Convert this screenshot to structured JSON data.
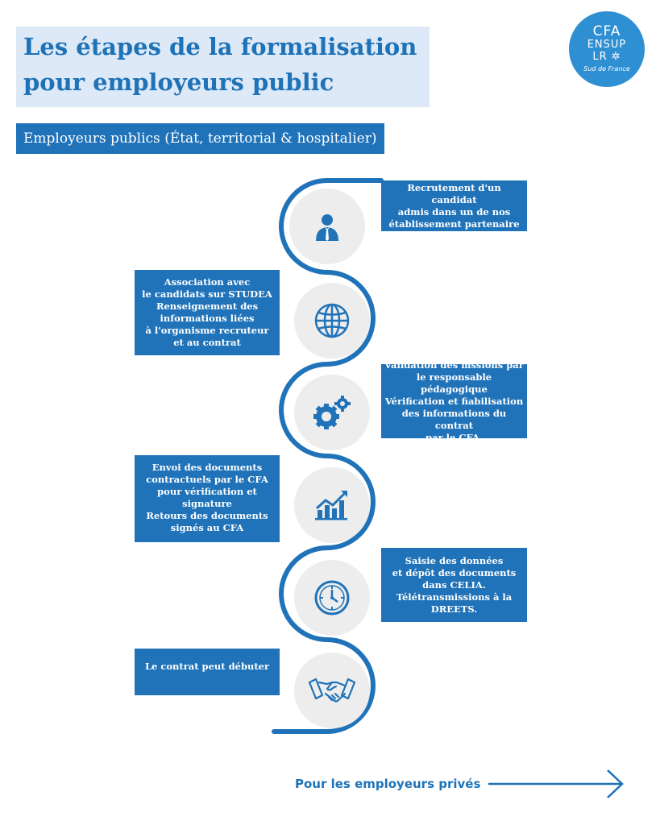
{
  "header": {
    "title_line1": "Les étapes de la formalisation",
    "title_line2": "pour employeurs public",
    "subtitle": "Employeurs publics (État, territorial & hospitalier)"
  },
  "logo": {
    "line1": "CFA",
    "line2": "ENSUP",
    "line3": "LR",
    "line4": "Sud de France"
  },
  "steps": [
    {
      "icon": "businessman-icon",
      "text": "Recrutement d'un candidat\nadmis dans un de nos\nétablissement partenaire"
    },
    {
      "icon": "globe-icon",
      "text": "Association avec\nle candidats sur STUDEA\nRenseignement des\ninformations  liées\nà l'organisme recruteur\net au contrat"
    },
    {
      "icon": "gears-icon",
      "text": "Validation des mssions par\nle responsable pédagogique\nVérification et fiabilisation\ndes informations du contrat\npar le CFA."
    },
    {
      "icon": "growth-chart-icon",
      "text": "Envoi des documents\ncontractuels par  le CFA\npour vérification et\nsignature\nRetours des documents\nsignés au CFA"
    },
    {
      "icon": "clock-icon",
      "text": "Saisie des données\net  dépôt des documents\ndans CELIA.\nTélétransmissions à la\nDREETS."
    },
    {
      "icon": "handshake-icon",
      "text": "Le contrat peut débuter"
    }
  ],
  "nav": {
    "next_label": "Pour les employeurs privés"
  },
  "colors": {
    "primary": "#2073b9",
    "title": "#1e72b8",
    "title_bg": "#dde9f6",
    "circle": "#ededed",
    "logo": "#2f8fd3"
  }
}
